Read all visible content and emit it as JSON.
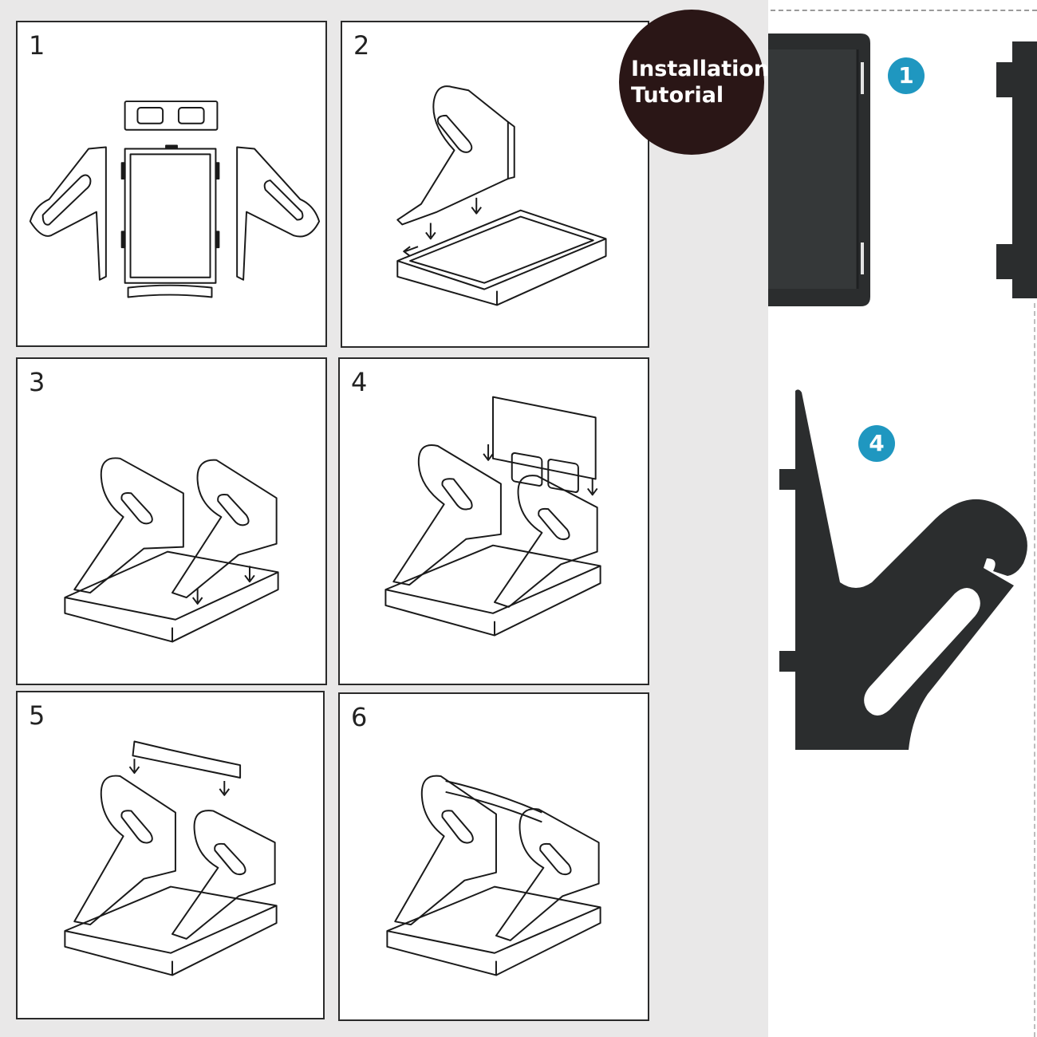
{
  "badge": {
    "line1": "Installation",
    "line2": "Tutorial"
  },
  "steps": [
    {
      "number": "1"
    },
    {
      "number": "2"
    },
    {
      "number": "3"
    },
    {
      "number": "4"
    },
    {
      "number": "5"
    },
    {
      "number": "6"
    }
  ],
  "markers": {
    "first": "1",
    "second": "4"
  },
  "colors": {
    "badge": "#2a1616",
    "marker": "#1f97c0",
    "part": "#2b2d2e",
    "line": "#1a1a1a"
  }
}
